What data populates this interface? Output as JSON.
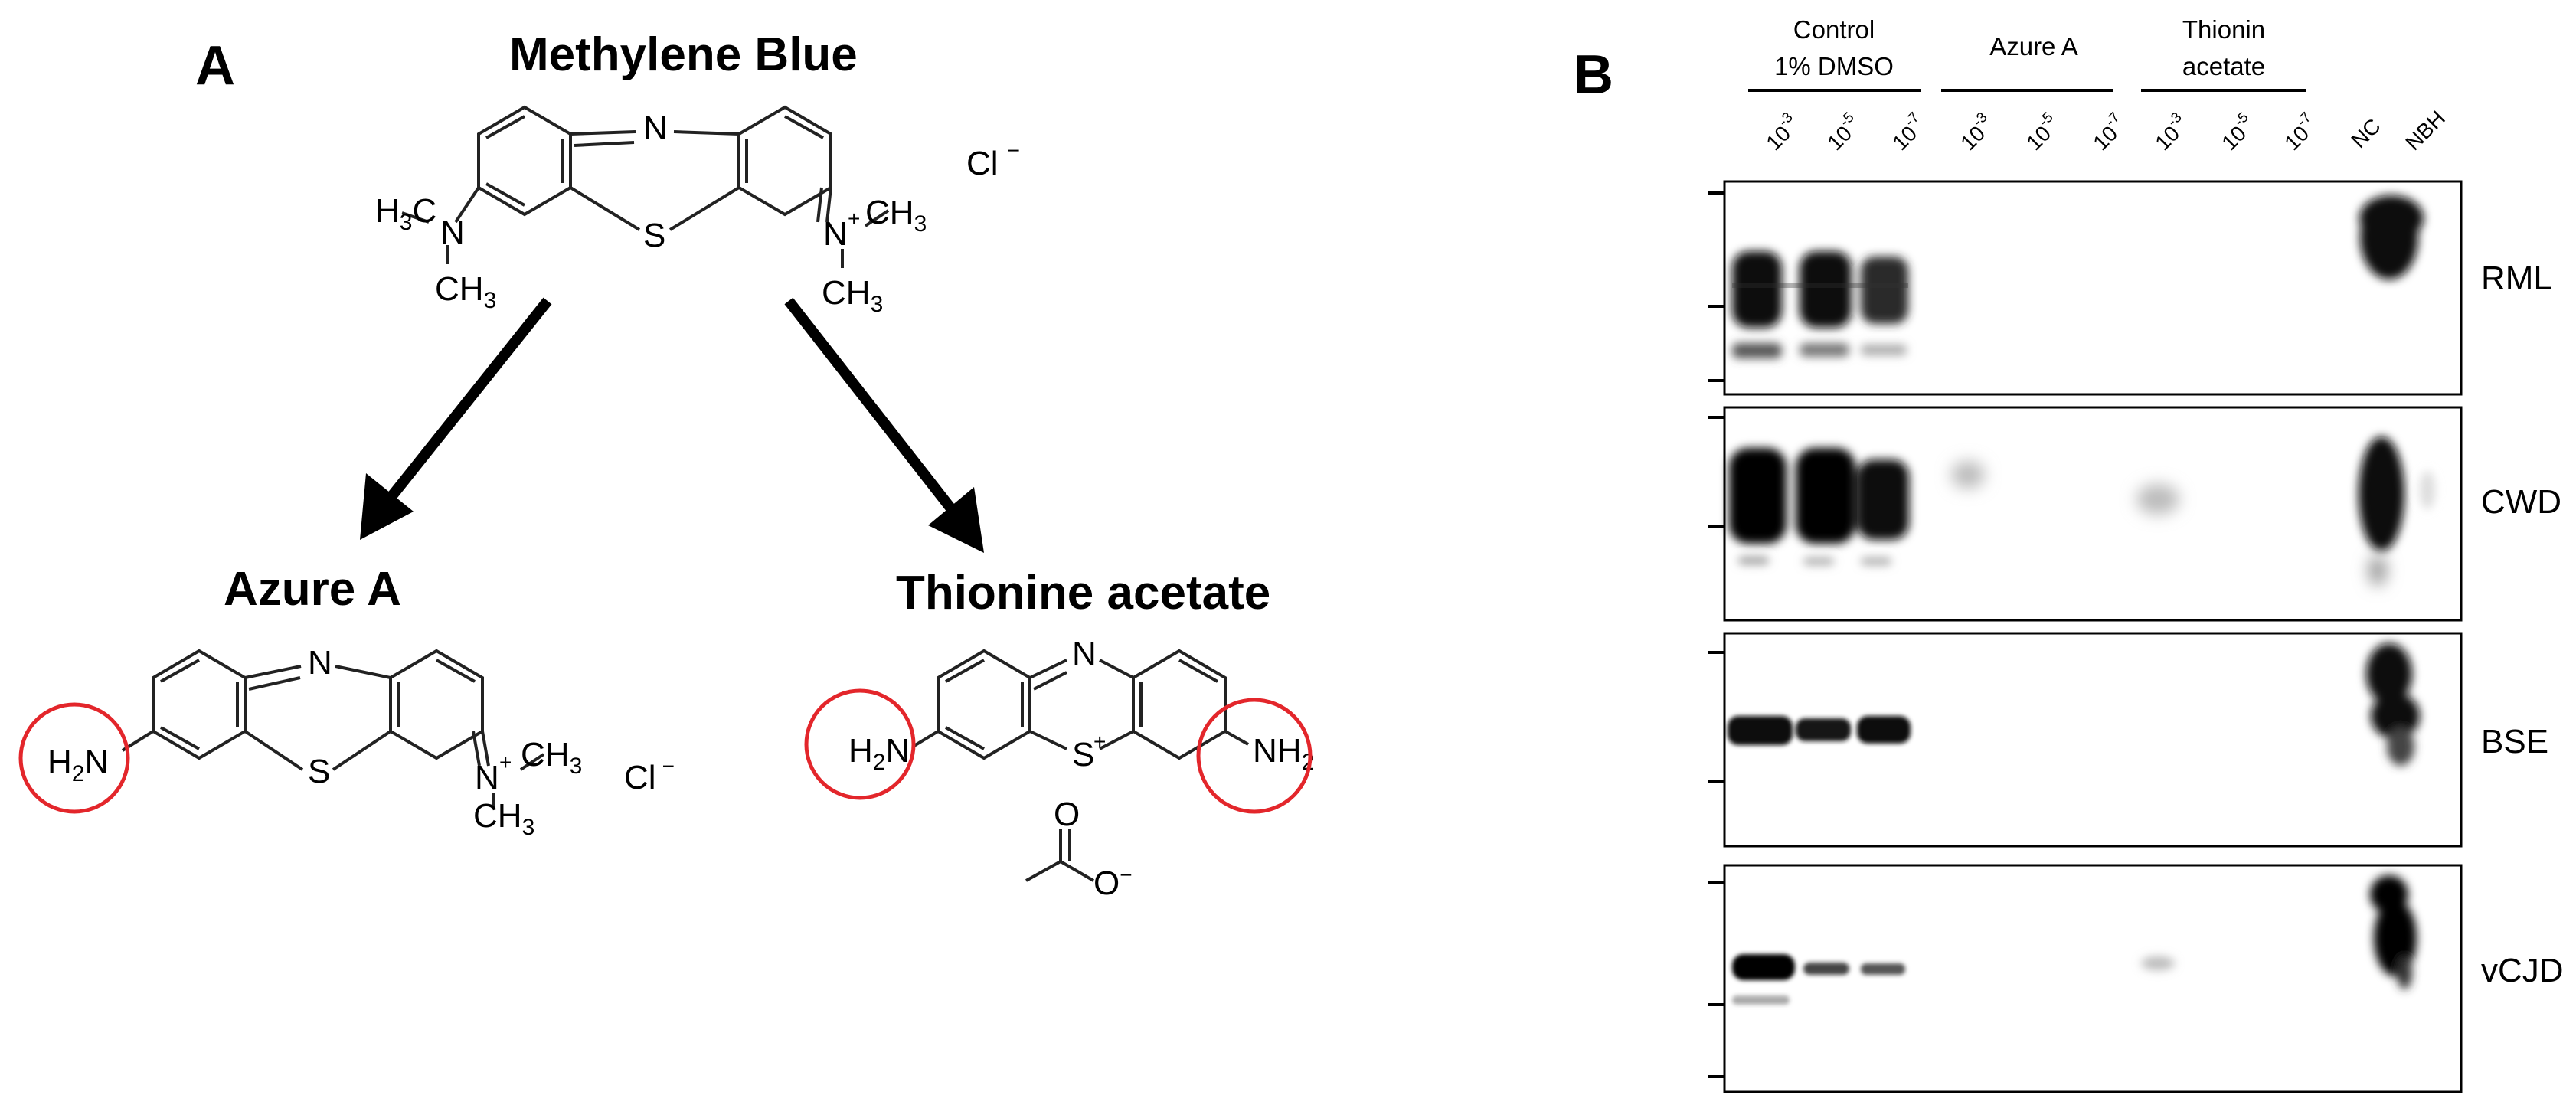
{
  "panels": {
    "a_label": "A",
    "b_label": "B"
  },
  "compounds": {
    "methylene_blue": {
      "name": "Methylene Blue",
      "counter_ion": "Cl",
      "counter_charge": "−",
      "left_group": {
        "h": "H",
        "h3": "3",
        "c": "C",
        "n": "N",
        "ch": "CH",
        "ch3": "3"
      },
      "right_group": {
        "n": "N",
        "plus": "+",
        "ch": "CH",
        "ch3a": "3",
        "ch3b": "3"
      },
      "ring_n": "N",
      "ring_s": "S"
    },
    "azure_a": {
      "name": "Azure A",
      "counter_ion": "Cl",
      "counter_charge": "−",
      "left_group": {
        "h": "H",
        "two": "2",
        "n": "N"
      },
      "right_group": {
        "n": "N",
        "plus": "+",
        "ch": "CH",
        "ch3a": "3",
        "ch3b": "3"
      },
      "ring_n": "N",
      "ring_s": "S"
    },
    "thionine_acetate": {
      "name": "Thionine acetate",
      "left_group": {
        "h": "H",
        "two": "2",
        "n": "N"
      },
      "right_group": {
        "nh": "NH",
        "two": "2"
      },
      "ring_n": "N",
      "ring_s": "S",
      "ring_s_charge": "+",
      "acetate": {
        "o_top": "O",
        "o_minus": "O",
        "minus": "−"
      }
    },
    "highlight_color": "#e3262b"
  },
  "western_blot": {
    "group_headers": [
      {
        "lines": [
          "Control",
          "1% DMSO"
        ]
      },
      {
        "lines": [
          "Azure A"
        ]
      },
      {
        "lines": [
          "Thionin",
          "acetate"
        ]
      }
    ],
    "lanes": [
      {
        "base": "10",
        "exp": "-3"
      },
      {
        "base": "10",
        "exp": "-5"
      },
      {
        "base": "10",
        "exp": "-7"
      },
      {
        "base": "10",
        "exp": "-3"
      },
      {
        "base": "10",
        "exp": "-5"
      },
      {
        "base": "10",
        "exp": "-7"
      },
      {
        "base": "10",
        "exp": "-3"
      },
      {
        "base": "10",
        "exp": "-5"
      },
      {
        "base": "10",
        "exp": "-7"
      },
      {
        "base": "NC",
        "exp": ""
      },
      {
        "base": "NBH",
        "exp": ""
      }
    ],
    "blots": [
      "RML",
      "CWD",
      "BSE",
      "vCJD"
    ]
  }
}
